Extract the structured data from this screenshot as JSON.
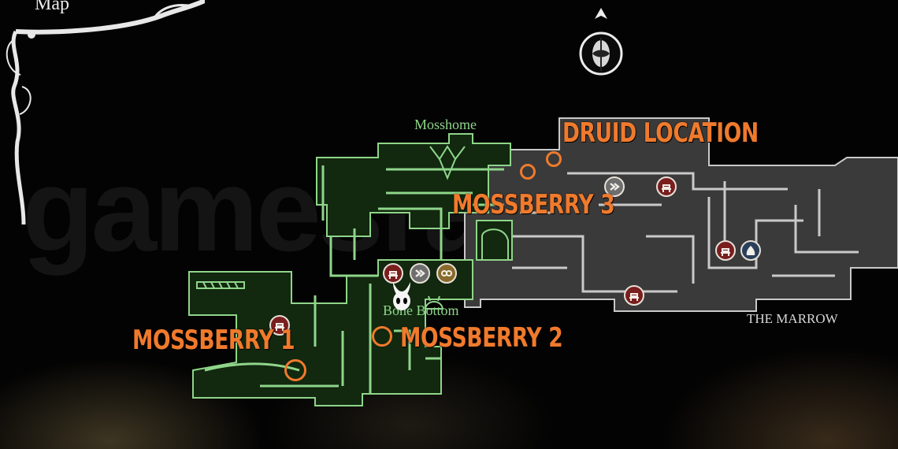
{
  "menu": {
    "title": "Map"
  },
  "regions": {
    "moss": {
      "name": "Mosshome"
    },
    "bone": {
      "name": "Bone Bottom"
    },
    "marrow": {
      "name": "THE MARROW"
    }
  },
  "callouts": {
    "druid": "DRUID LOCATION",
    "mossberry_1": "MOSSBERRY 1",
    "mossberry_2": "MOSSBERRY 2",
    "mossberry_3": "MOSSBERRY 3"
  },
  "watermark": {
    "brand": "gamesradar",
    "plus": "+"
  },
  "colors": {
    "moss_line": "#8fd58a",
    "moss_fill": "#11260f",
    "marrow_line": "#c9c9c9",
    "marrow_fill": "#3a3a3a",
    "callout": "#f07a2c",
    "pin_red": "#7a1e1e",
    "pin_grey": "#6e6e6e",
    "pin_gold": "#8a6a2a",
    "pin_blue": "#2a3f5a"
  },
  "icons": {
    "compass": "compass-icon",
    "bench": "bench-icon",
    "fast_travel": "fast-travel-icon",
    "shop": "shop-icon",
    "flea": "flea-icon",
    "player": "player-marker-icon"
  }
}
